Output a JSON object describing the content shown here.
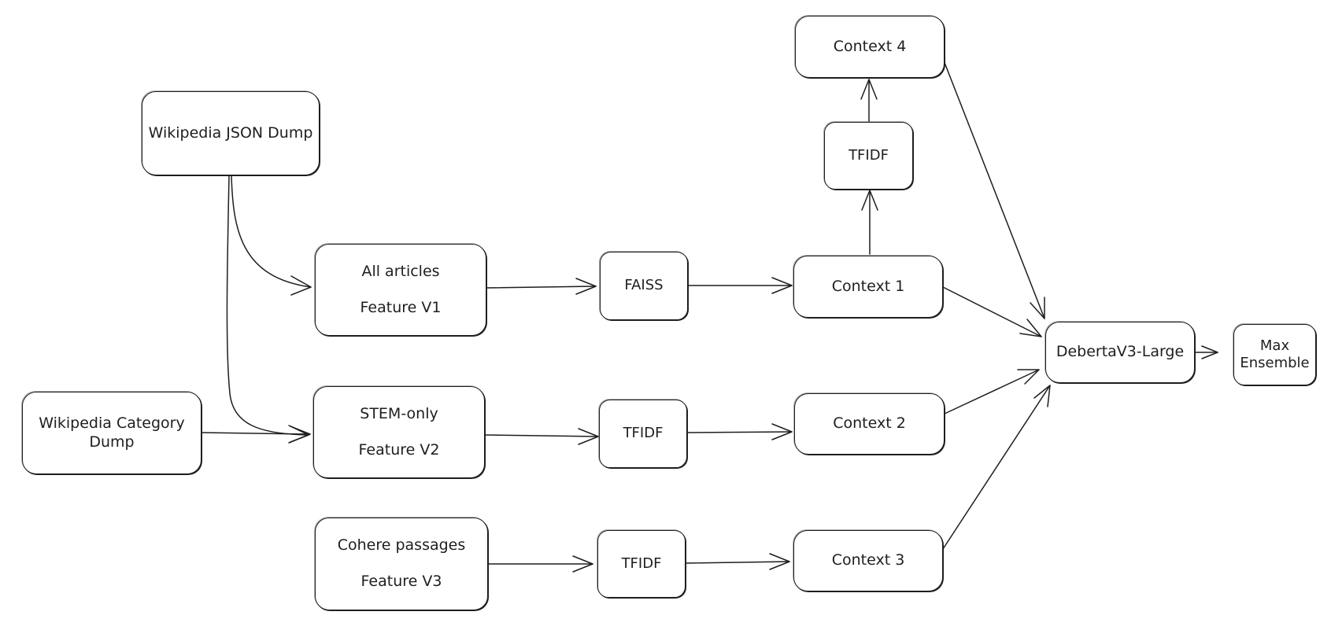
{
  "diagram": {
    "nodes": {
      "wiki_json": {
        "lines": [
          "Wikipedia JSON Dump"
        ]
      },
      "wiki_cat": {
        "lines": [
          "Wikipedia Category",
          "Dump"
        ]
      },
      "all_articles": {
        "lines": [
          "All articles",
          "Feature V1"
        ]
      },
      "stem_only": {
        "lines": [
          "STEM-only",
          "Feature V2"
        ]
      },
      "cohere": {
        "lines": [
          "Cohere passages",
          "Feature V3"
        ]
      },
      "faiss": {
        "lines": [
          "FAISS"
        ]
      },
      "tfidf_mid": {
        "lines": [
          "TFIDF"
        ]
      },
      "tfidf_low": {
        "lines": [
          "TFIDF"
        ]
      },
      "tfidf_top": {
        "lines": [
          "TFIDF"
        ]
      },
      "context1": {
        "lines": [
          "Context 1"
        ]
      },
      "context2": {
        "lines": [
          "Context 2"
        ]
      },
      "context3": {
        "lines": [
          "Context 3"
        ]
      },
      "context4": {
        "lines": [
          "Context 4"
        ]
      },
      "deberta": {
        "lines": [
          "DebertaV3-Large"
        ]
      },
      "max_ensemble": {
        "lines": [
          "Max",
          "Ensemble"
        ]
      }
    },
    "edges": [
      {
        "from": "wiki_json",
        "to": "all_articles"
      },
      {
        "from": "wiki_json",
        "to": "stem_only"
      },
      {
        "from": "wiki_cat",
        "to": "stem_only"
      },
      {
        "from": "all_articles",
        "to": "faiss"
      },
      {
        "from": "stem_only",
        "to": "tfidf_mid"
      },
      {
        "from": "cohere",
        "to": "tfidf_low"
      },
      {
        "from": "faiss",
        "to": "context1"
      },
      {
        "from": "tfidf_mid",
        "to": "context2"
      },
      {
        "from": "tfidf_low",
        "to": "context3"
      },
      {
        "from": "context1",
        "to": "tfidf_top"
      },
      {
        "from": "tfidf_top",
        "to": "context4"
      },
      {
        "from": "context4",
        "to": "deberta"
      },
      {
        "from": "context1",
        "to": "deberta"
      },
      {
        "from": "context2",
        "to": "deberta"
      },
      {
        "from": "context3",
        "to": "deberta"
      },
      {
        "from": "deberta",
        "to": "max_ensemble"
      }
    ],
    "colors": {
      "stroke": "#1e1e1e",
      "background": "#ffffff"
    }
  }
}
